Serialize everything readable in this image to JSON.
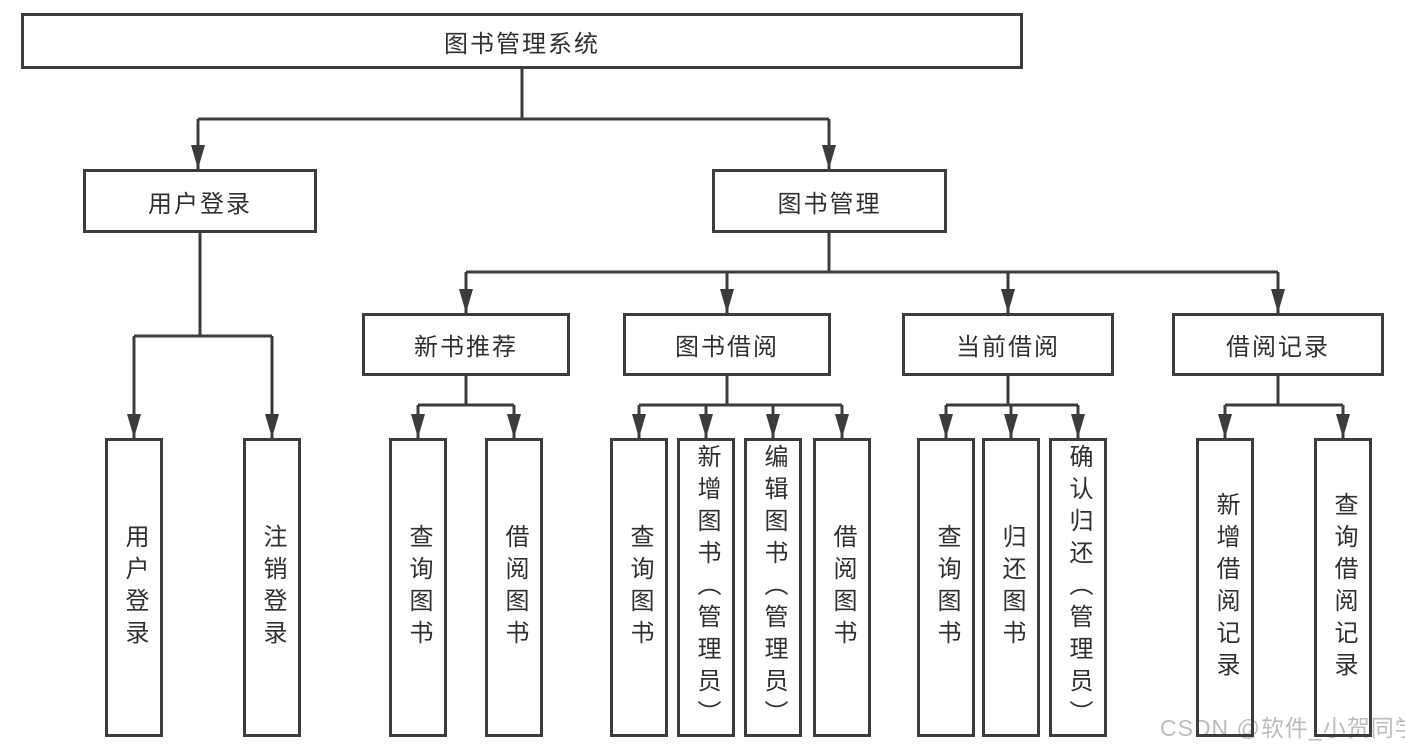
{
  "diagram_type": "hierarchy-tree",
  "tree": {
    "label": "图书管理系统",
    "children": [
      {
        "label": "用户登录",
        "children": [
          {
            "label": "用户登录"
          },
          {
            "label": "注销登录"
          }
        ]
      },
      {
        "label": "图书管理",
        "children": [
          {
            "label": "新书推荐",
            "children": [
              {
                "label": "查询图书"
              },
              {
                "label": "借阅图书"
              }
            ]
          },
          {
            "label": "图书借阅",
            "children": [
              {
                "label": "查询图书"
              },
              {
                "label": "新增图书（管理员）"
              },
              {
                "label": "编辑图书（管理员）"
              },
              {
                "label": "借阅图书"
              }
            ]
          },
          {
            "label": "当前借阅",
            "children": [
              {
                "label": "查询图书"
              },
              {
                "label": "归还图书"
              },
              {
                "label": "确认归还（管理员）"
              }
            ]
          },
          {
            "label": "借阅记录",
            "children": [
              {
                "label": "新增借阅记录"
              },
              {
                "label": "查询借阅记录"
              }
            ]
          }
        ]
      }
    ]
  },
  "watermark": {
    "text": "CSDN @软件_小贺同学"
  },
  "colors": {
    "line": "#3c3c3c",
    "box_border": "#3c3c3c",
    "box_fill": "#ffffff",
    "text": "#303030",
    "watermark": "#bcbcbc",
    "background": "#ffffff"
  }
}
